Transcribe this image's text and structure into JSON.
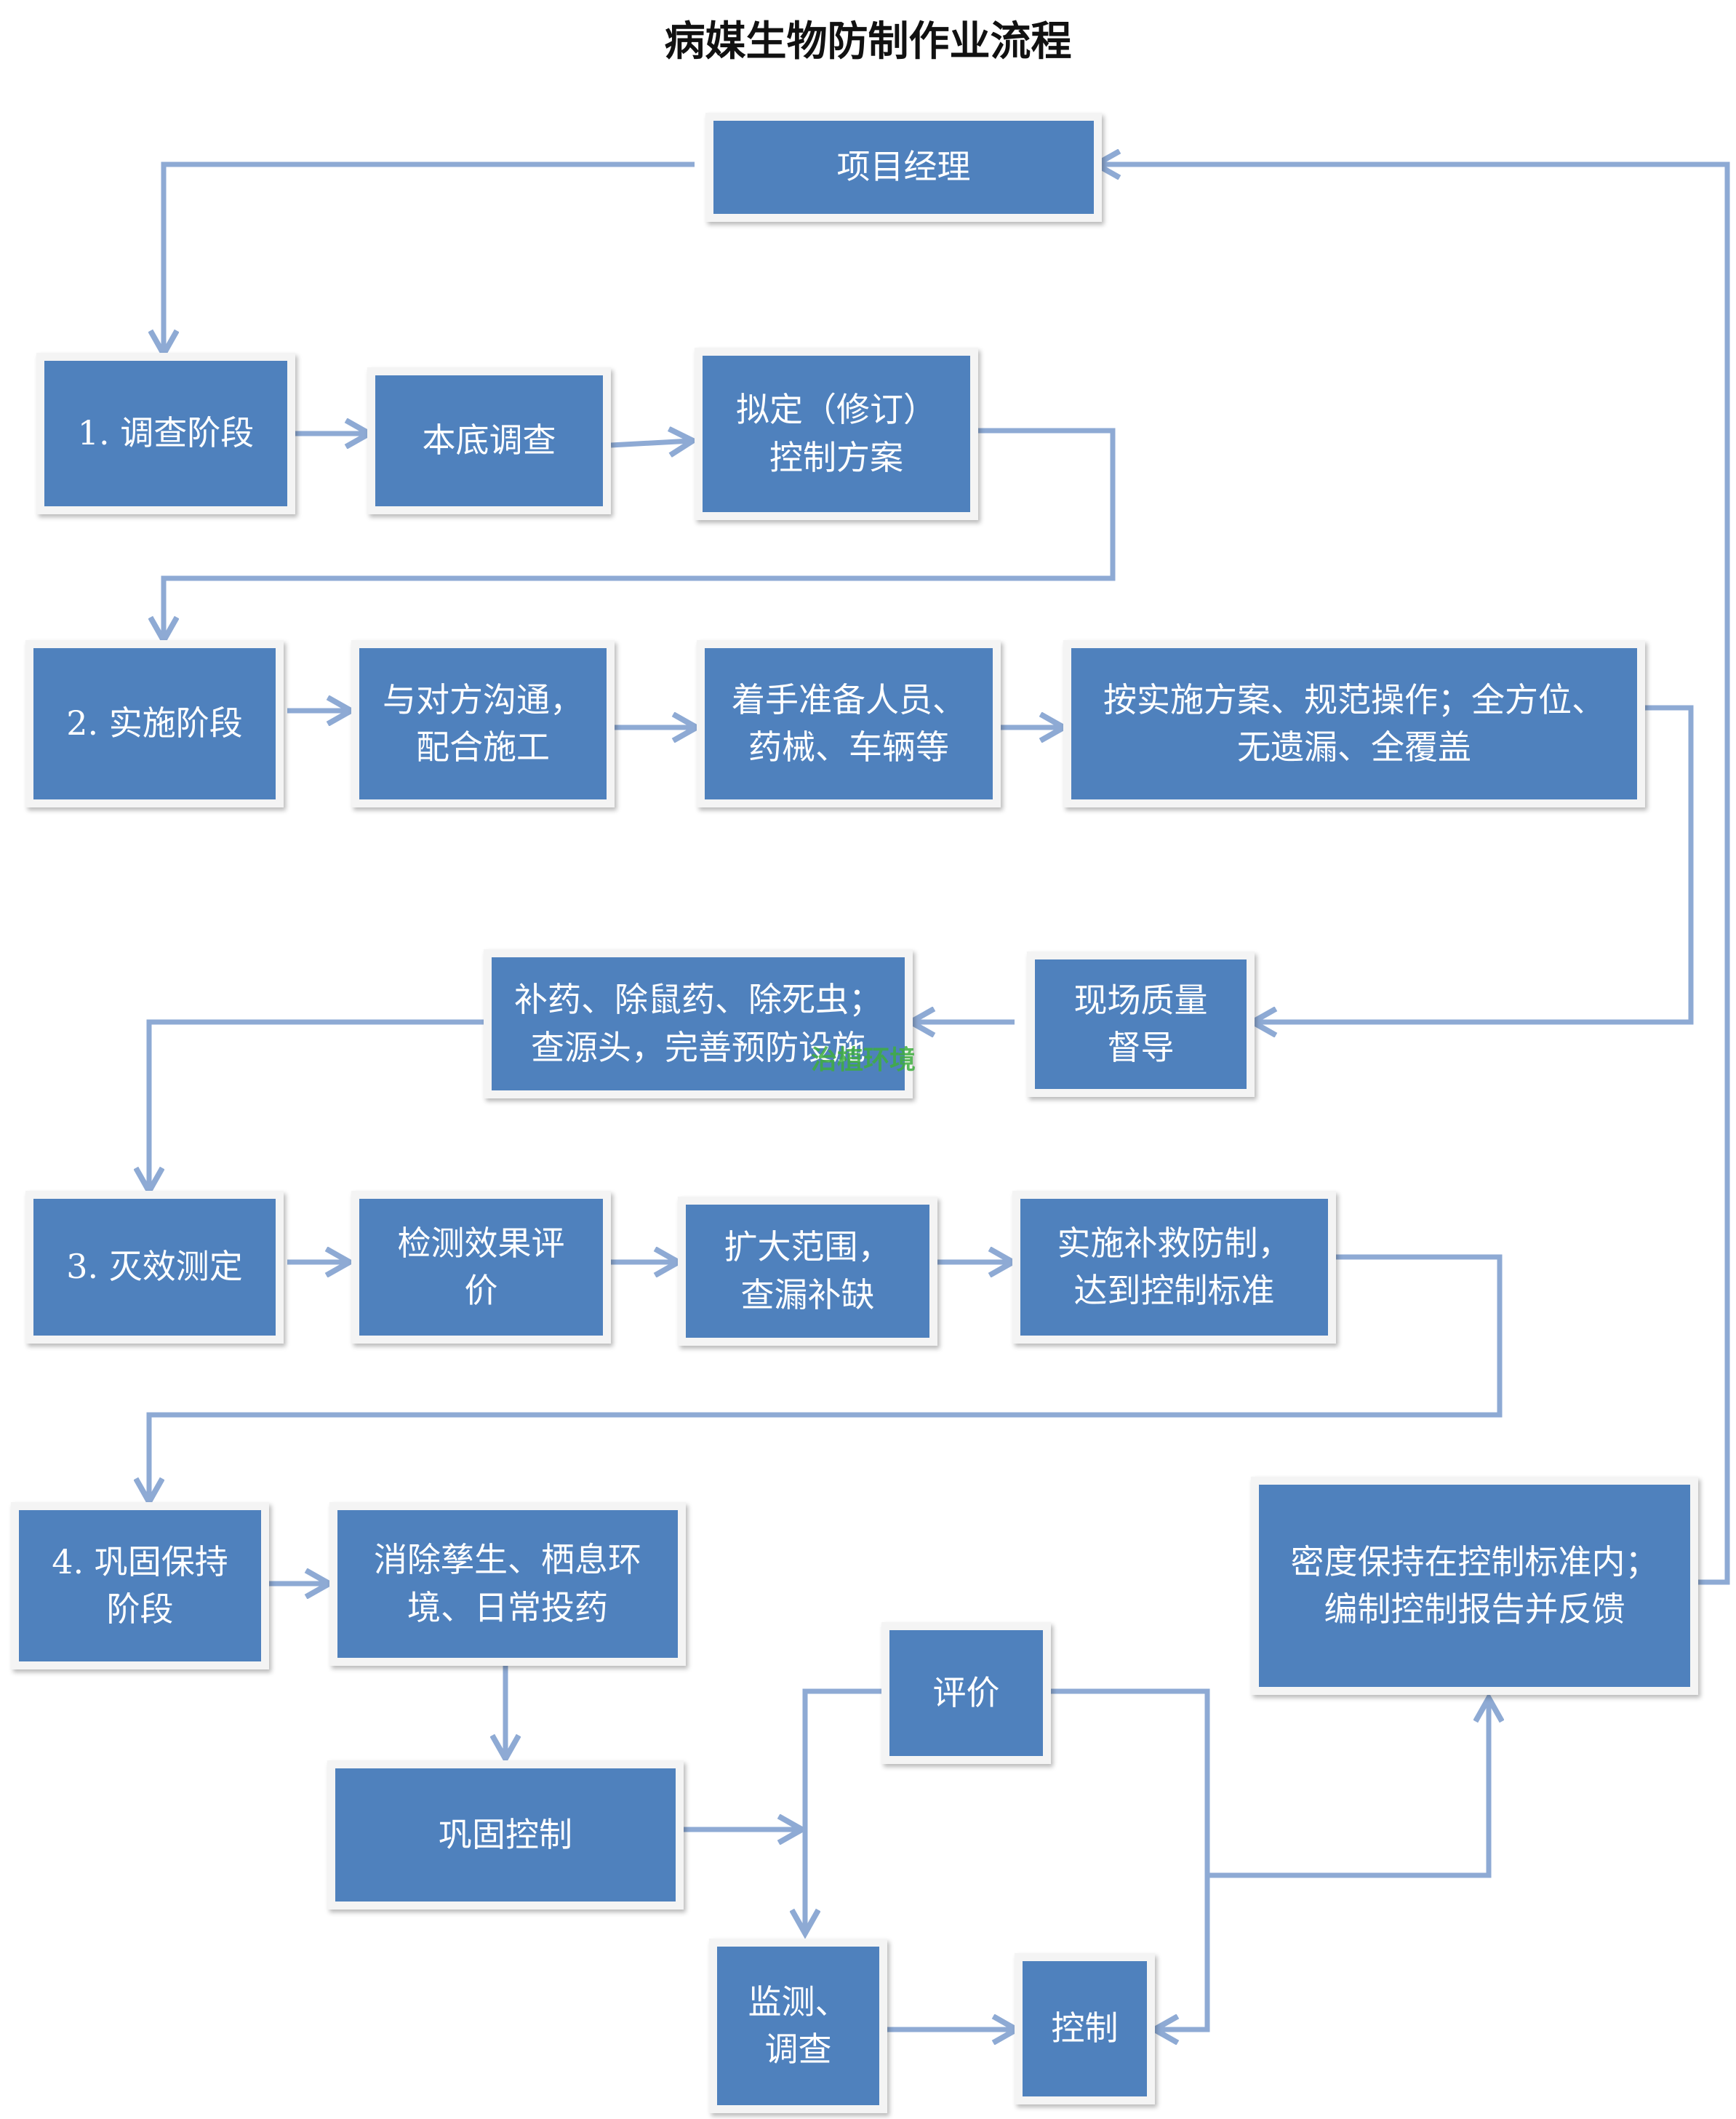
{
  "title": "病媒生物防制作业流程",
  "watermark": "治植环境",
  "colors": {
    "box_fill": "#4f81bd",
    "box_border": "#f4f4f4",
    "arrow": "#8eaad4",
    "text": "#ffffff"
  },
  "nodes": {
    "pm": "项目经理",
    "s1": "1. 调查阶段",
    "base_survey": "本底调查",
    "draft_plan": "拟定（修订）\n控制方案",
    "s2": "2. 实施阶段",
    "communicate": "与对方沟通，\n配合施工",
    "prepare": "着手准备人员、\n药械、车辆等",
    "operate": "按实施方案、规范操作；全方位、\n无遗漏、全覆盖",
    "supervise": "现场质量\n督导",
    "remedy": "补药、除鼠药、除死虫；\n查源头，完善预防设施",
    "s3": "3. 灭效测定",
    "evaluate_effect": "检测效果评\n价",
    "expand": "扩大范围，\n查漏补缺",
    "salvage": "实施补救防制，\n达到控制标准",
    "s4": "4. 巩固保持\n阶段",
    "eliminate": "消除孳生、栖息环\n境、日常投药",
    "consolidate": "巩固控制",
    "assess": "评价",
    "monitor": "监测、\n调查",
    "control": "控制",
    "maintain": "密度保持在控制标准内；\n编制控制报告并反馈"
  }
}
